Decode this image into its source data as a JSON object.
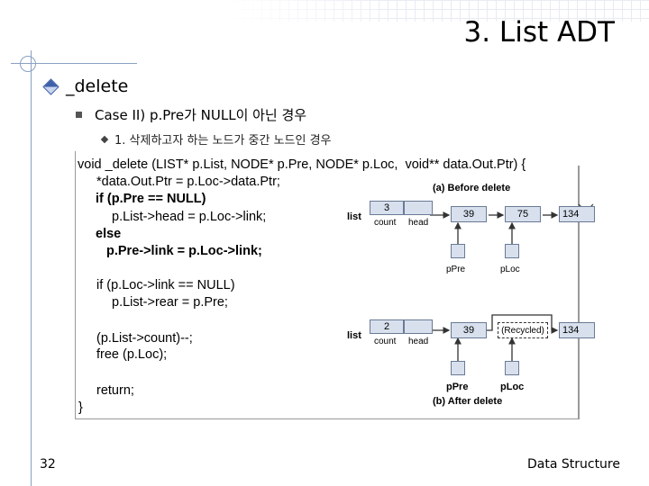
{
  "slide": {
    "title": "3. List ADT",
    "bullet1": "_delete",
    "bullet2": "Case II) p.Pre가 NULL이 아닌 경우",
    "bullet3": "1. 삭제하고자 하는 노드가 중간 노드인 경우",
    "page_number": "32",
    "footer": "Data Structure"
  },
  "code": {
    "line1": "void _delete (LIST* p.List, NODE* p.Pre, NODE* p.Loc,  void** data.Out.Ptr) {",
    "line2": "*data.Out.Ptr = p.Loc->data.Ptr;",
    "line3": "if (p.Pre == NULL)",
    "line4": "p.List->head = p.Loc->link;",
    "line5": "else",
    "line6": "p.Pre->link = p.Loc->link;",
    "line7": "if (p.Loc->link == NULL)",
    "line8": "p.List->rear = p.Pre;",
    "line9": "(p.List->count)--;",
    "line10": "free (p.Loc);",
    "line11": "return;",
    "line12": "}"
  },
  "diagram": {
    "before_caption": "(a) Before delete",
    "after_caption": "(b) After delete",
    "list_label": "list",
    "count_label": "count",
    "head_label": "head",
    "before_count": "3",
    "after_count": "2",
    "node1": "39",
    "node2": "75",
    "node3": "134",
    "recycled": "(Recycled)",
    "ppre_label": "pPre",
    "ploc_label": "pLoc"
  }
}
